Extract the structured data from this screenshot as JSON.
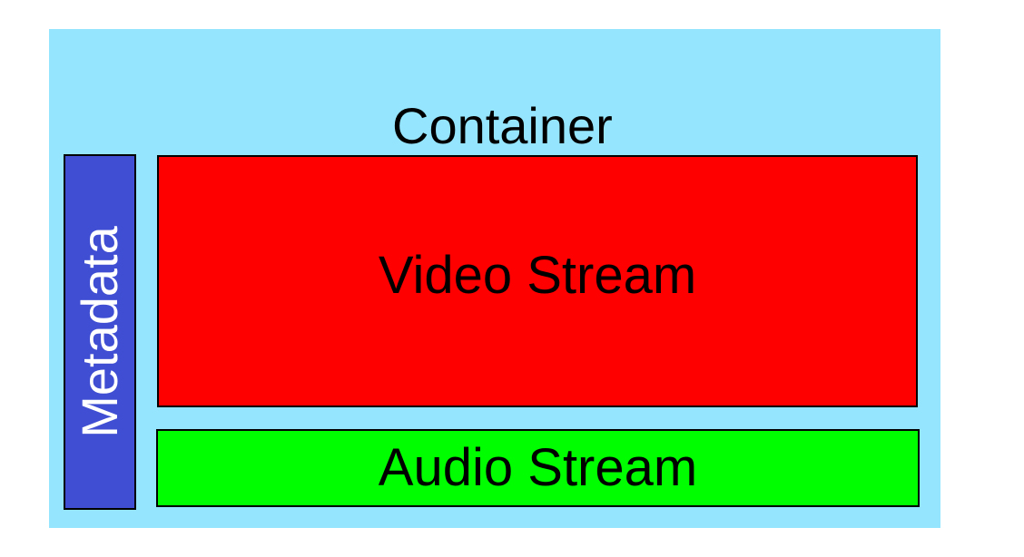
{
  "container": {
    "label": "Container",
    "color": "#94e5fd"
  },
  "metadata": {
    "label": "Metadata",
    "color": "#3f4ed3"
  },
  "video_stream": {
    "label": "Video Stream",
    "color": "#fe0000"
  },
  "audio_stream": {
    "label": "Audio Stream",
    "color": "#00fe00"
  }
}
